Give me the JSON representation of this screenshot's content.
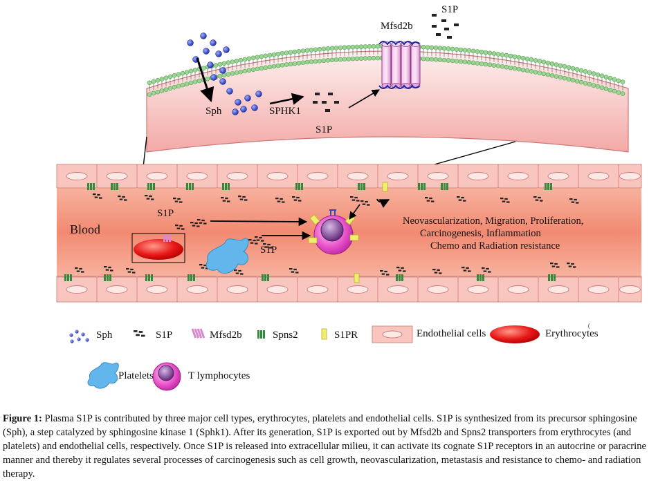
{
  "diagram": {
    "membrane_labels": {
      "sph": "Sph",
      "sphk1": "SPHK1",
      "s1p_inner": "S1P",
      "mfsd2b": "Mfsd2b",
      "s1p_outer": "S1P"
    },
    "vessel_labels": {
      "blood": "Blood",
      "s1p_erythrocyte": "S1P",
      "s1p_platelet": "S1P"
    },
    "effects": [
      "Neovascularization, Migration, Proliferation,",
      "Carcinogenesis, Inflammation",
      "Chemo and Radiation resistance"
    ],
    "colors": {
      "membrane_top": "#fdeaea",
      "membrane_bottom": "#f2a6a6",
      "lipid_head": "#8fd08a",
      "sph_dot": "#2233bb",
      "vessel_lumen": "#f49a84",
      "endothelial": "#f8c8c0",
      "erythrocyte": "#e82020",
      "platelet": "#5ab0e8",
      "lymphocyte": "#e040c0"
    }
  },
  "legend": {
    "row1": [
      {
        "icon": "sph-dots-icon",
        "label": "Sph"
      },
      {
        "icon": "s1p-dashes-icon",
        "label": "S1P"
      },
      {
        "icon": "mfsd2b-icon",
        "label": "Mfsd2b"
      },
      {
        "icon": "spns2-icon",
        "label": "Spns2"
      },
      {
        "icon": "s1pr-icon",
        "label": "S1PR"
      },
      {
        "icon": "endothelial-cell-icon",
        "label": "Endothelial cells"
      },
      {
        "icon": "erythrocyte-icon",
        "label": "Erythrocytes"
      }
    ],
    "row2": [
      {
        "icon": "platelet-icon",
        "label": "Platelets"
      },
      {
        "icon": "t-lymphocyte-icon",
        "label": "T lymphocytes"
      }
    ]
  },
  "caption": {
    "figure_label": "Figure 1:",
    "text": " Plasma S1P is contributed by three major cell types, erythrocytes, platelets and endothelial cells. S1P is synthesized from its precursor sphingosine (Sph), a step catalyzed by sphingosine kinase 1 (Sphk1). After its generation, S1P is exported out by Mfsd2b and Spns2 transporters from erythrocytes (and platelets) and endothelial cells, respectively. Once S1P is released into extracellular milieu, it can activate its cognate S1P receptors in an autocrine or paracrine manner and thereby it regulates several processes of carcinogenesis such as cell growth, neovascularization, metastasis and resistance to chemo- and radiation therapy."
  }
}
